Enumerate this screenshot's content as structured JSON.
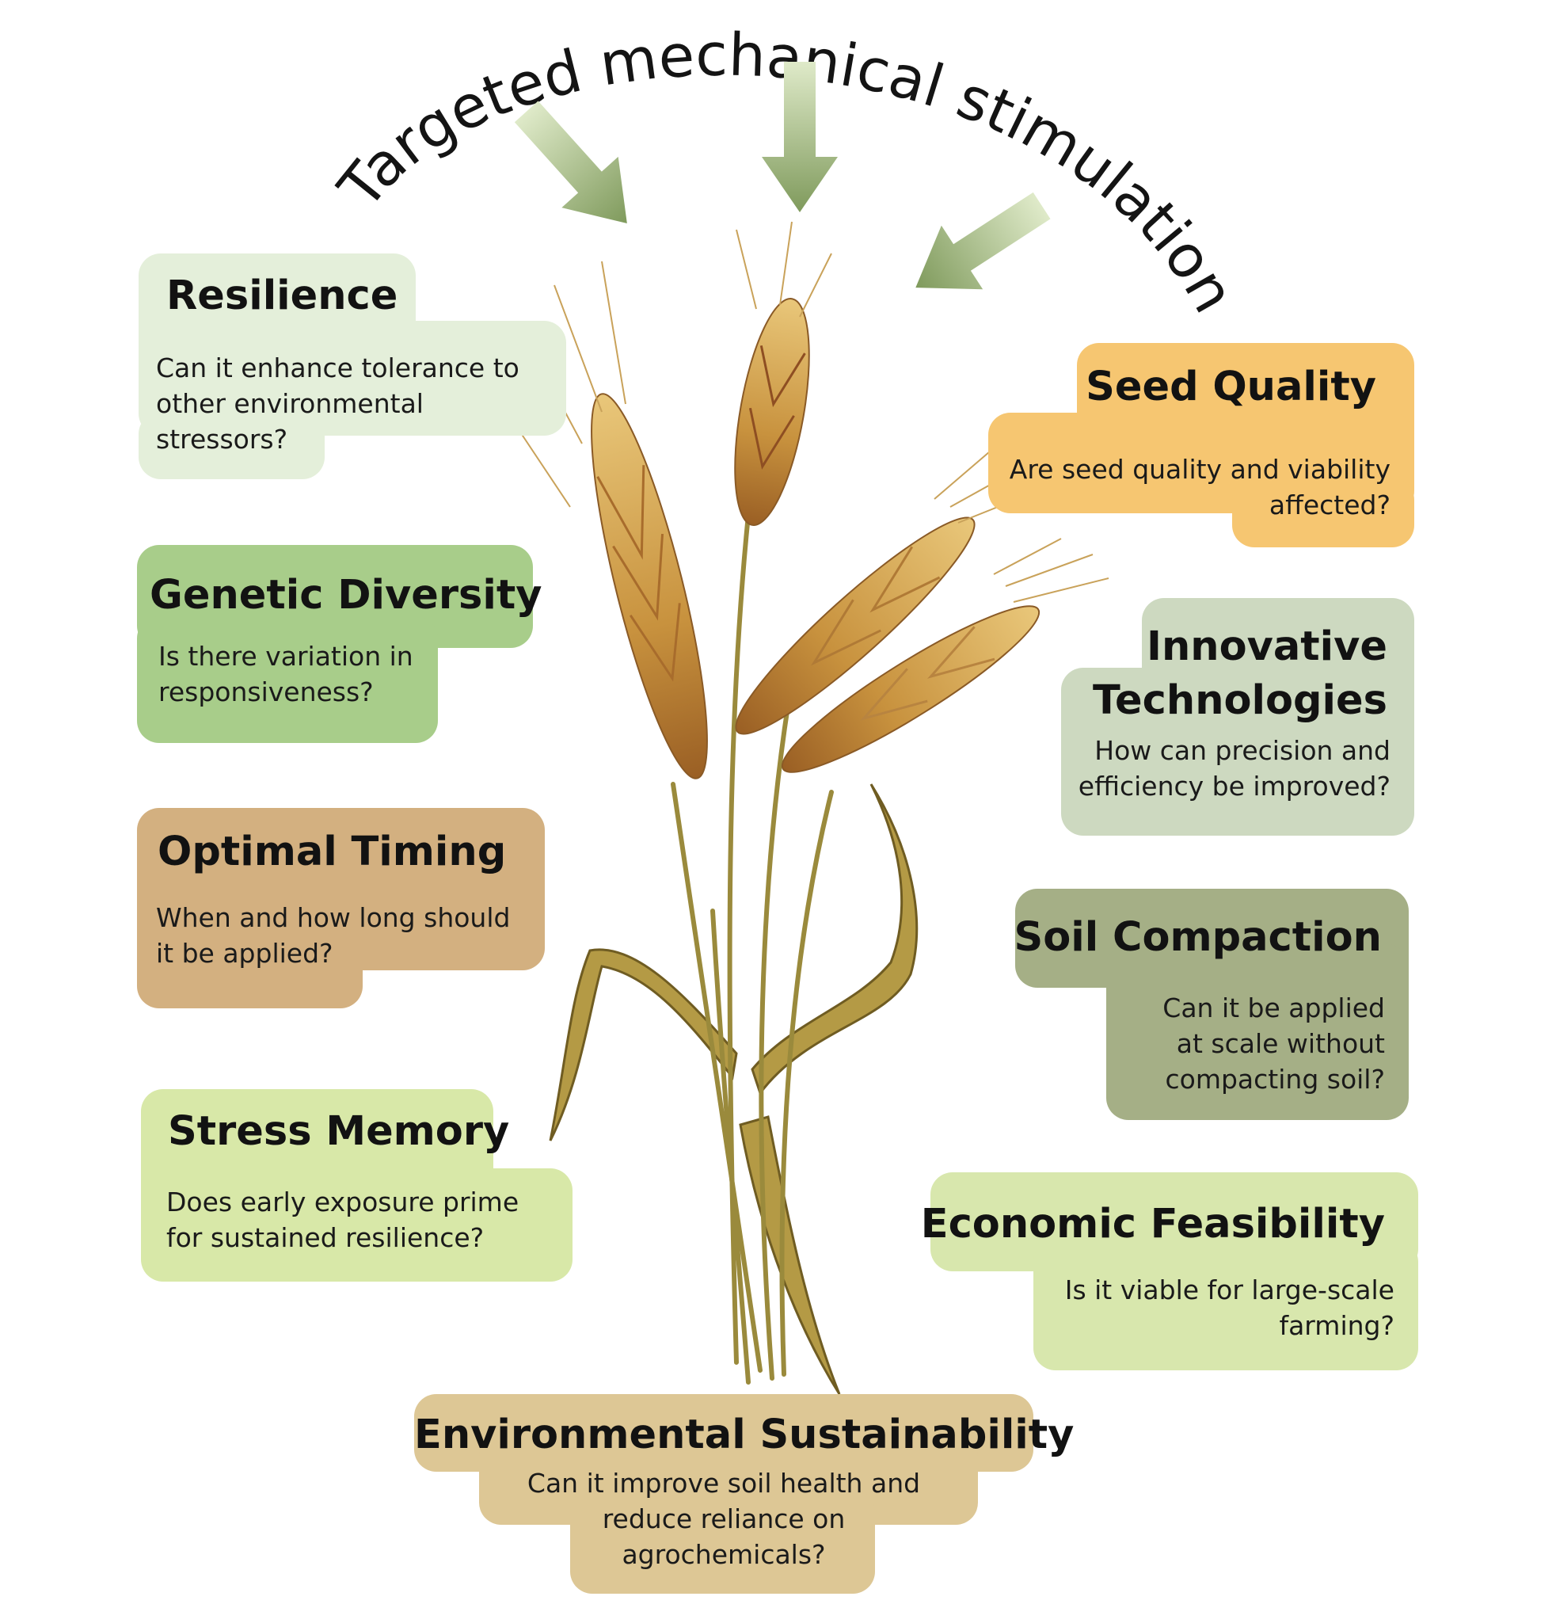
{
  "title": "Targeted mechanical stimulation",
  "colors": {
    "resilience": "#e4efda",
    "genetic_diversity": "#a8cd8a",
    "optimal_timing": "#d3b080",
    "stress_memory": "#d8e8a8",
    "seed_quality": "#f6c671",
    "innovative_technologies": "#cdd9c0",
    "soil_compaction": "#a5af86",
    "economic_feasibility": "#d8e7ad",
    "environmental_sustainability": "#ddc795",
    "arrow": "#8aa26a"
  },
  "cards": {
    "resilience": {
      "title": "Resilience",
      "question": "Can it enhance tolerance to other environmental stressors?"
    },
    "genetic_diversity": {
      "title": "Genetic Diversity",
      "question": "Is there variation in responsiveness?"
    },
    "optimal_timing": {
      "title": "Optimal Timing",
      "question": "When and how long should it be applied?"
    },
    "stress_memory": {
      "title": "Stress Memory",
      "question": "Does early exposure prime for sustained resilience?"
    },
    "seed_quality": {
      "title": "Seed Quality",
      "question": "Are seed quality and viability affected?"
    },
    "innovative_technologies": {
      "title": "Innovative Technologies",
      "question": "How can precision and efficiency be improved?"
    },
    "soil_compaction": {
      "title": "Soil Compaction",
      "question": "Can it be applied at scale without compacting soil?"
    },
    "economic_feasibility": {
      "title": "Economic Feasibility",
      "question": "Is it viable for large-scale farming?"
    },
    "environmental_sustainability": {
      "title": "Environmental Sustainability",
      "question": "Can it improve soil health and reduce reliance on agrochemicals?"
    }
  }
}
